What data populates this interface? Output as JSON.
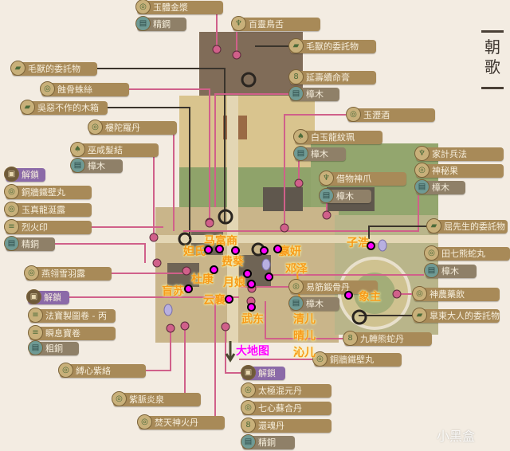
{
  "area_title": "朝歌",
  "world_map_link": "大地图",
  "watermark": "小黑盒",
  "colors": {
    "pin": "#d0608a",
    "npc_dot": "#ff00ff",
    "npc_text": "#f79a1a",
    "label": "#a88a58",
    "label_material": "#8f8068",
    "label_unlock": "#8b6aa8"
  },
  "left_labels": [
    {
      "text": "玉體金漿",
      "kind": "item",
      "icon": "pill-icon"
    },
    {
      "text": "精鋼",
      "kind": "material",
      "icon": "ore-icon"
    },
    {
      "text": "毛獸的委託物",
      "kind": "item",
      "icon": "package-icon"
    },
    {
      "text": "蝕骨蛛絲",
      "kind": "item",
      "icon": "pill-icon"
    },
    {
      "text": "吳惡不作的木箱",
      "kind": "item",
      "icon": "package-icon"
    },
    {
      "text": "樓陀羅丹",
      "kind": "item",
      "icon": "pill-icon"
    },
    {
      "text": "巫咸髮結",
      "kind": "item",
      "icon": "pouch-icon"
    },
    {
      "text": "樟木",
      "kind": "material",
      "icon": "ore-icon"
    },
    {
      "text": "解鎖",
      "kind": "unlock",
      "icon": "chest-icon"
    },
    {
      "text": "銅牆鐵壁丸",
      "kind": "item",
      "icon": "pill-icon"
    },
    {
      "text": "玉真龍涎露",
      "kind": "item",
      "icon": "pill-icon"
    },
    {
      "text": "烈火印",
      "kind": "item",
      "icon": "scroll-icon"
    },
    {
      "text": "精銅",
      "kind": "material",
      "icon": "ore-icon"
    },
    {
      "text": "燕翎雪羽露",
      "kind": "item",
      "icon": "pill-icon"
    },
    {
      "text": "解鎖",
      "kind": "unlock",
      "icon": "chest-icon"
    },
    {
      "text": "法寶製圖卷 - 丙",
      "kind": "item",
      "icon": "scroll-icon"
    },
    {
      "text": "瞬息寶卷",
      "kind": "item",
      "icon": "scroll-icon"
    },
    {
      "text": "粗銅",
      "kind": "material",
      "icon": "ore-icon"
    },
    {
      "text": "縛心紫絡",
      "kind": "item",
      "icon": "pill-icon"
    },
    {
      "text": "紫脈炎泉",
      "kind": "item",
      "icon": "pill-icon"
    },
    {
      "text": "焚天神火丹",
      "kind": "item",
      "icon": "pill-icon"
    }
  ],
  "right_labels": [
    {
      "text": "百靈鳥舌",
      "kind": "item",
      "icon": "claw-icon"
    },
    {
      "text": "毛獸的委託物",
      "kind": "item",
      "icon": "package-icon"
    },
    {
      "text": "延壽續命膏",
      "kind": "item",
      "icon": "gourd-icon"
    },
    {
      "text": "樟木",
      "kind": "material",
      "icon": "ore-icon"
    },
    {
      "text": "玉瀝酒",
      "kind": "item",
      "icon": "pill-icon"
    },
    {
      "text": "白玉龍紋珮",
      "kind": "item",
      "icon": "pouch-icon"
    },
    {
      "text": "樟木",
      "kind": "material",
      "icon": "ore-icon"
    },
    {
      "text": "借物神爪",
      "kind": "item",
      "icon": "claw-icon"
    },
    {
      "text": "樟木",
      "kind": "material",
      "icon": "ore-icon"
    },
    {
      "text": "家計兵法",
      "kind": "item",
      "icon": "claw-icon"
    },
    {
      "text": "神秘果",
      "kind": "item",
      "icon": "pill-icon"
    },
    {
      "text": "樟木",
      "kind": "material",
      "icon": "ore-icon"
    },
    {
      "text": "屈先生的委託物",
      "kind": "item",
      "icon": "package-icon"
    },
    {
      "text": "田七熊蛇丸",
      "kind": "item",
      "icon": "pill-icon"
    },
    {
      "text": "樟木",
      "kind": "material",
      "icon": "ore-icon"
    },
    {
      "text": "易筋鍛骨丹",
      "kind": "item",
      "icon": "pill-icon"
    },
    {
      "text": "樟木",
      "kind": "material",
      "icon": "ore-icon"
    },
    {
      "text": "神農藥飲",
      "kind": "item",
      "icon": "pill-icon"
    },
    {
      "text": "皐東大人的委託物",
      "kind": "item",
      "icon": "package-icon"
    },
    {
      "text": "九轉熊蛇丹",
      "kind": "item",
      "icon": "gourd-icon"
    },
    {
      "text": "銅牆鐵壁丸",
      "kind": "item",
      "icon": "pill-icon"
    },
    {
      "text": "解鎖",
      "kind": "unlock",
      "icon": "chest-icon"
    },
    {
      "text": "太極混元丹",
      "kind": "item",
      "icon": "pill-icon"
    },
    {
      "text": "七心蘇合丹",
      "kind": "item",
      "icon": "pill-icon"
    },
    {
      "text": "還魂丹",
      "kind": "item",
      "icon": "gourd-icon"
    },
    {
      "text": "精銅",
      "kind": "material",
      "icon": "ore-icon"
    }
  ],
  "npcs": [
    "妲氏",
    "马富商",
    "费葵",
    "杜康",
    "月娘",
    "盲苏",
    "云襄",
    "武东",
    "嬴妍",
    "子浩",
    "邓泽",
    "象主",
    "清儿",
    "晴儿",
    "沁儿"
  ]
}
